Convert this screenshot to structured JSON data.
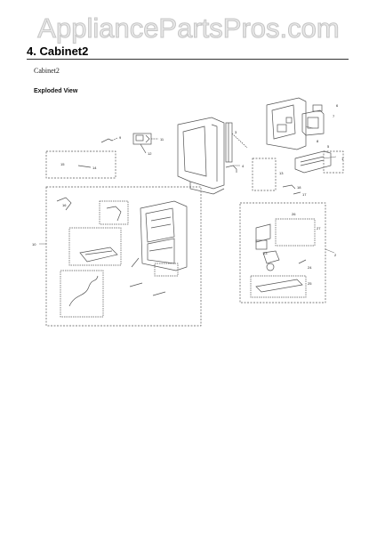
{
  "watermark": "AppliancePartsPros.com",
  "section": {
    "title": "4.  Cabinet2",
    "subtitle": "Cabinet2",
    "subheading": "Exploded View"
  },
  "callouts": [
    "1",
    "2",
    "3",
    "4",
    "5",
    "6",
    "7",
    "8",
    "9",
    "10",
    "11",
    "12",
    "13",
    "14",
    "15",
    "16",
    "17",
    "18",
    "23",
    "24",
    "25",
    "26",
    "27"
  ],
  "colors": {
    "line": "#444444",
    "dash": "#777777",
    "watermark_fill": "#e8e8e8",
    "watermark_stroke": "#c8c8c8"
  }
}
